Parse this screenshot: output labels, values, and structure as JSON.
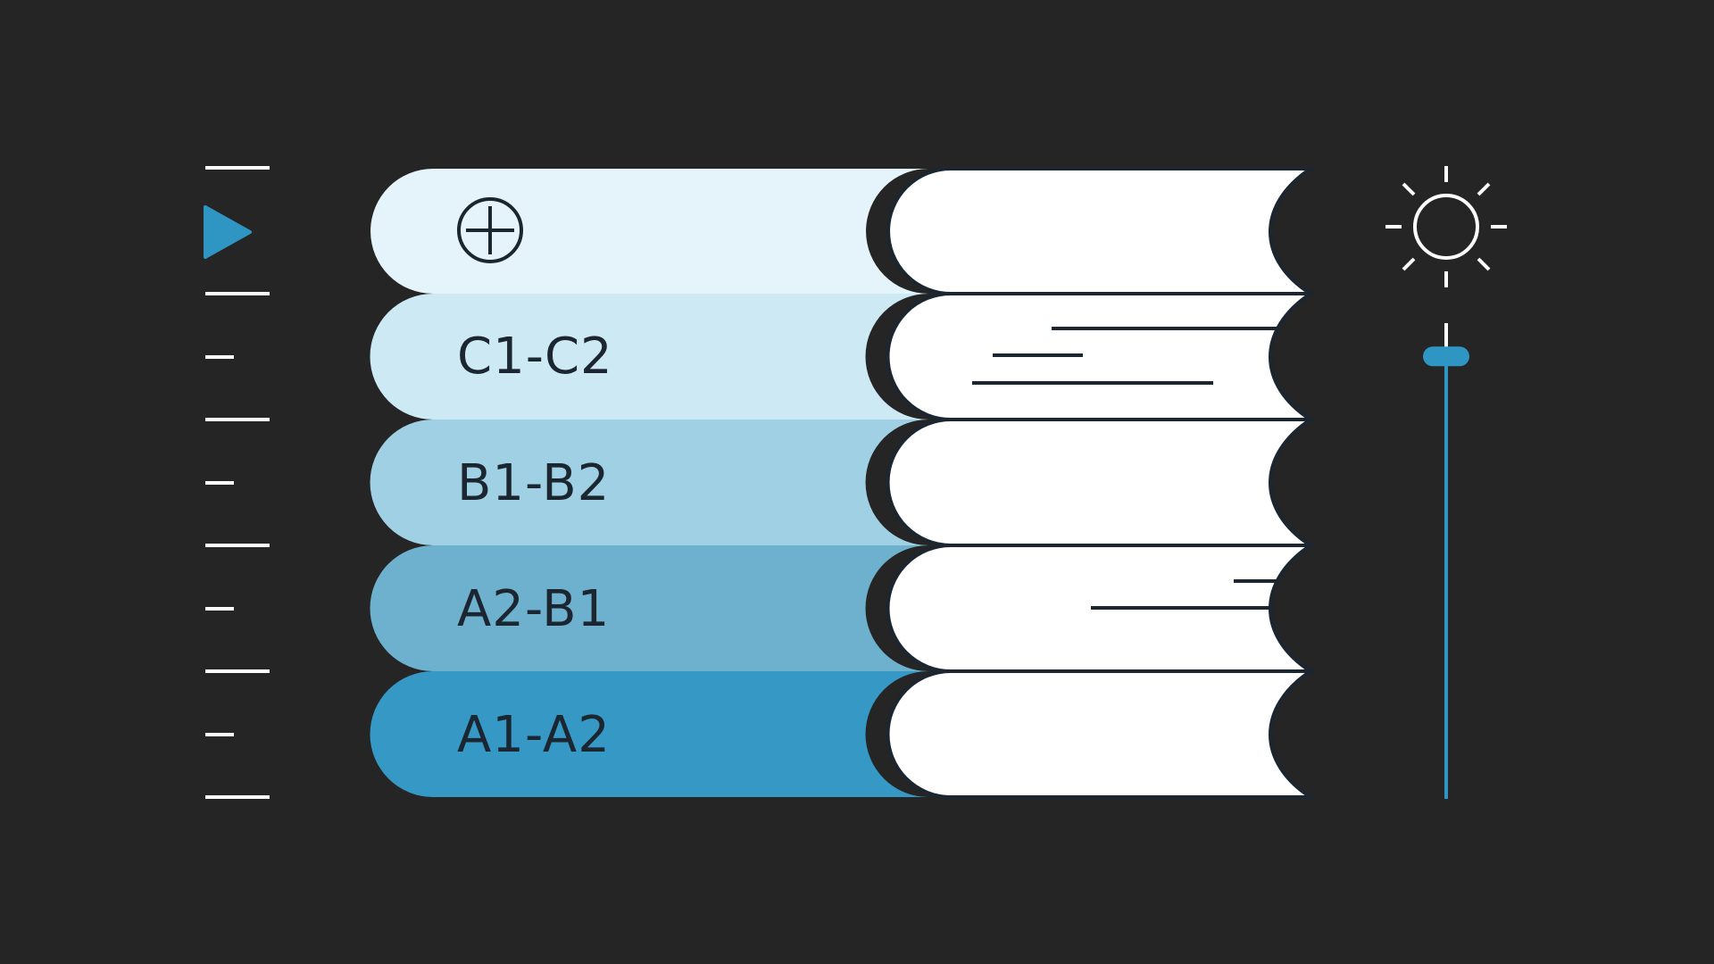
{
  "colors": {
    "background": "#252525",
    "tick": "#ffffff",
    "accent": "#2f96c4",
    "page": "#ffffff",
    "outline": "#1b2630"
  },
  "indicator": {
    "icon": "play-triangle-icon"
  },
  "levels": [
    {
      "label": "",
      "icon": "add-circle-icon",
      "color": "#e5f4fb"
    },
    {
      "label": "C1-C2",
      "color": "#cde9f4"
    },
    {
      "label": "B1-B2",
      "color": "#a0d0e4"
    },
    {
      "label": "A2-B1",
      "color": "#6db1cf"
    },
    {
      "label": "A1-A2",
      "color": "#3698c4"
    }
  ],
  "brightness": {
    "icon": "sun-icon",
    "value": 0.93
  }
}
